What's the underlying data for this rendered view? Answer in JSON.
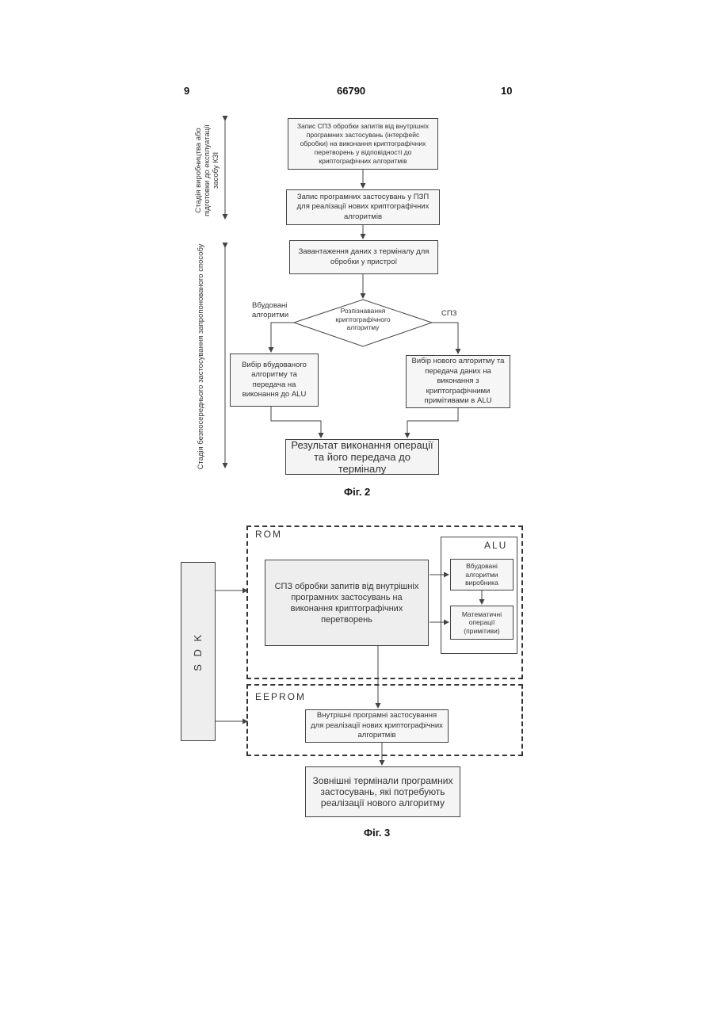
{
  "header": {
    "left_page": "9",
    "patent_number": "66790",
    "right_page": "10"
  },
  "fig2": {
    "caption": "Фіг. 2",
    "side_label_top": "Стадія виробництва або підготовки до експлуатації засобу КЗІ",
    "side_label_bottom": "Стадія безпосереднього застосування запропонованого способу",
    "step1": "Запис СПЗ обробки запитів від внутрішніх програмних застосувань (інтерфейс обробки) на виконання криптографічних перетворень у відповідності до криптографічних алгоритмів",
    "step2": "Запис програмних застосувань у ПЗП для реалізації нових криптографічних алгоритмів",
    "step3": "Завантаження даних з терміналу для обробки у пристрої",
    "decision": "Розпізнавання криптографічного алгоритму",
    "branch_left": "Вбудовані алгоритми",
    "branch_right": "СПЗ",
    "left_action": "Вибір вбудованого алгоритму та передача на виконання до ALU",
    "right_action": "Вибір нового алгоритму та передача даних на виконання з криптографічними примітивами в ALU",
    "result": "Результат виконання операції та його передача до терміналу"
  },
  "fig3": {
    "caption": "Фіг. 3",
    "rom_label": "ROM",
    "alu_label": "ALU",
    "eeprom_label": "EEPROM",
    "sdk_label": "S D K",
    "spz_box": "СПЗ обробки запитів від внутрішніх програмних застосувань на виконання криптографічних перетворень",
    "builtin_box": "Вбудовані алгоритми виробника",
    "math_box": "Математичні операції (примітиви)",
    "internal_apps": "Внутрішні програмні застосування для реалізації нових криптографічних алгоритмів",
    "external_terminals": "Зовнішні термінали програмних застосувань, які потребують реалізації нового алгоритму"
  }
}
